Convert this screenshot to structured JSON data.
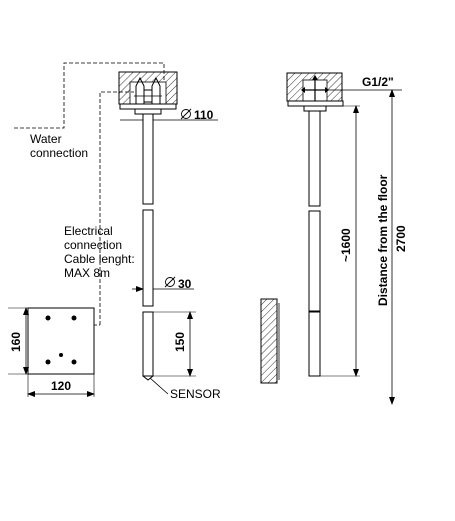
{
  "labels": {
    "water_line1": "Water",
    "water_line2": "connection",
    "electrical_line1": "Electrical",
    "electrical_line2": "connection",
    "electrical_line3": "Cable lenght:",
    "electrical_line4": "MAX 8m",
    "sensor": "SENSOR",
    "thread": "G1/2\"",
    "distance_floor": "Distance from the floor"
  },
  "dimensions": {
    "head_diameter": "110",
    "pipe_diameter": "30",
    "sensor_length": "150",
    "pipe_length": "~1600",
    "height_from_floor": "2700",
    "box_width": "120",
    "box_height": "160"
  },
  "colors": {
    "line": "#000000",
    "background": "#ffffff"
  }
}
